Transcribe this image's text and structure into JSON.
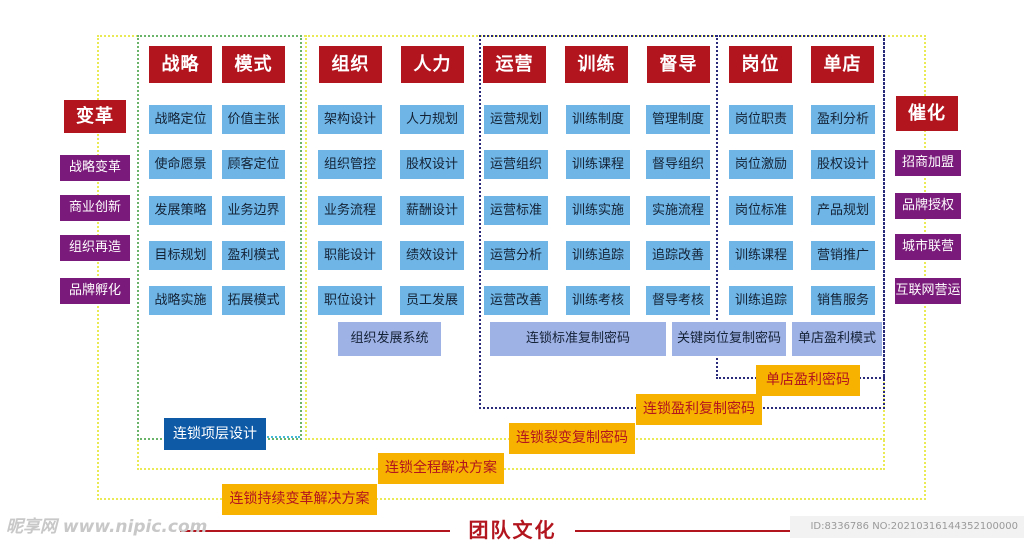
{
  "left_title": "变革",
  "left_items": [
    "战略变革",
    "商业创新",
    "组织再造",
    "品牌孵化"
  ],
  "right_title": "催化",
  "right_items": [
    "招商加盟",
    "品牌授权",
    "城市联营",
    "互联网营运"
  ],
  "columns": [
    {
      "title": "战略",
      "items": [
        "战略定位",
        "使命愿景",
        "发展策略",
        "目标规划",
        "战略实施"
      ]
    },
    {
      "title": "模式",
      "items": [
        "价值主张",
        "顾客定位",
        "业务边界",
        "盈利模式",
        "拓展模式"
      ]
    },
    {
      "title": "组织",
      "items": [
        "架构设计",
        "组织管控",
        "业务流程",
        "职能设计",
        "职位设计"
      ]
    },
    {
      "title": "人力",
      "items": [
        "人力规划",
        "股权设计",
        "薪酬设计",
        "绩效设计",
        "员工发展"
      ]
    },
    {
      "title": "运营",
      "items": [
        "运营规划",
        "运营组织",
        "运营标准",
        "运营分析",
        "运营改善"
      ]
    },
    {
      "title": "训练",
      "items": [
        "训练制度",
        "训练课程",
        "训练实施",
        "训练追踪",
        "训练考核"
      ]
    },
    {
      "title": "督导",
      "items": [
        "管理制度",
        "督导组织",
        "实施流程",
        "追踪改善",
        "督导考核"
      ]
    },
    {
      "title": "岗位",
      "items": [
        "岗位职责",
        "岗位激励",
        "岗位标准",
        "训练课程",
        "训练追踪"
      ]
    },
    {
      "title": "单店",
      "items": [
        "盈利分析",
        "股权设计",
        "产品规划",
        "营销推广",
        "销售服务"
      ]
    }
  ],
  "systems": {
    "org": "组织发展系统",
    "chain_std": "连锁标准复制密码",
    "key_post": "关键岗位复制密码",
    "store_model": "单店盈利模式"
  },
  "top_design": "连锁项层设计",
  "codes": {
    "store_profit": "单店盈利密码",
    "chain_profit": "连锁盈利复制密码",
    "fission": "连锁裂变复制密码",
    "full_solution": "连锁全程解决方案",
    "sustain_solution": "连锁持续变革解决方案"
  },
  "footer_title": "团队文化",
  "watermark_left": "昵享网 www.nipic.com",
  "watermark_right": "ID:8336786 NO:20210316144352100000",
  "colors": {
    "red": "#b3151e",
    "blue": "#6fb6e6",
    "purple": "#7a1a7a",
    "gold": "#f7b200",
    "lavender": "#9fb2e6",
    "dark_blue": "#0e5aa7",
    "navy": "#2a2a7a",
    "frame_yellow": "#eaea55",
    "frame_green": "#6ab46a",
    "frame_cyan": "#47b9d8"
  }
}
